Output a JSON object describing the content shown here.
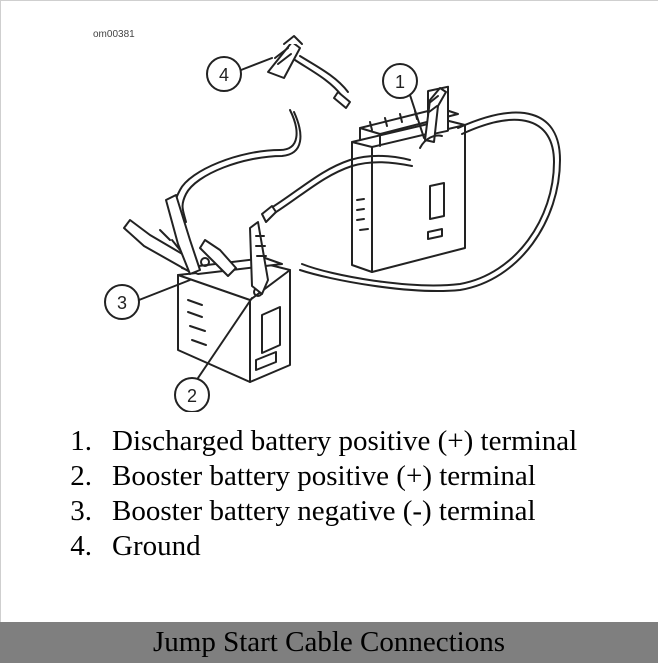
{
  "figure": {
    "code": "om00381",
    "callouts": [
      "1",
      "2",
      "3",
      "4"
    ]
  },
  "legend": [
    {
      "num": "1.",
      "text": "Discharged battery positive (+) terminal"
    },
    {
      "num": "2.",
      "text": "Booster battery positive (+) terminal"
    },
    {
      "num": "3.",
      "text": "Booster battery negative (-) terminal"
    },
    {
      "num": "4.",
      "text": "Ground"
    }
  ],
  "caption": "Jump Start Cable Connections"
}
